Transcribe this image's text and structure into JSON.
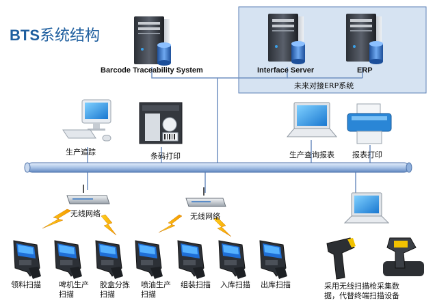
{
  "title": {
    "prefix": "BTS",
    "suffix": "系统结构"
  },
  "servers": {
    "bts_label": "Barcode Traceability System",
    "interface_label": "Interface Server",
    "erp_label": "ERP",
    "erp_group_label": "未来对接ERP系统"
  },
  "workstations": {
    "tracking": "生产追踪",
    "barcode_print": "条码打印",
    "report_query": "生产查询报表",
    "report_print": "报表打印"
  },
  "network": {
    "wireless_left": "无线网络",
    "wireless_right": "无线网络"
  },
  "scanners": [
    {
      "label": "领料扫描"
    },
    {
      "label": "啤机生产\n扫描"
    },
    {
      "label": "胶盒分拣\n扫描"
    },
    {
      "label": "喷油生产\n扫描"
    },
    {
      "label": "组装扫描"
    },
    {
      "label": "入库扫描"
    },
    {
      "label": "出库扫描"
    }
  ],
  "wireless_scanner_note": "采用无线扫描枪采集数\n据，代替终端扫描设备",
  "colors": {
    "title": "#1f5f9f",
    "bus": "#7fa6d6",
    "erp_box": "#d6e3f2",
    "screen": "#3aa0e8"
  }
}
